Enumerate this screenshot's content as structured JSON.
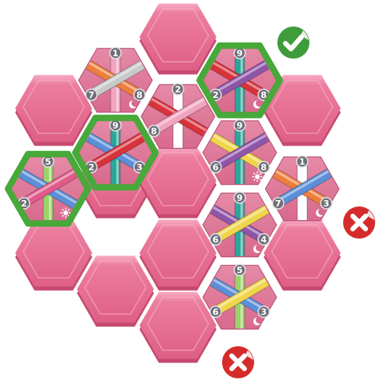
{
  "game": {
    "colors": {
      "hex_fill": "#e3668a",
      "hex_top": "#f39bb5",
      "hex_shadow": "#c64a70",
      "selection_outline": "#47a93a",
      "check_badge": "#3f9c3a",
      "cross_badge": "#d52b2b"
    },
    "tiles": [
      {
        "id": "tile-top-1",
        "numbers": [
          "1",
          "7",
          "8"
        ],
        "symbols": [
          "moon"
        ],
        "tubes": [
          "#f1a4c0",
          "#ee7e3d",
          "#c9c9c9"
        ]
      },
      {
        "id": "tile-top-2",
        "numbers": [
          "9",
          "2",
          "8"
        ],
        "symbols": [
          "moon"
        ],
        "tubes": [
          "#2aa79a",
          "#d8323a",
          "#8f55a8"
        ]
      },
      {
        "id": "tile-mid-a",
        "numbers": [
          "2",
          "8"
        ],
        "symbols": [],
        "tubes": [
          "#ffffff",
          "#d8323a",
          "#f1a4c0"
        ]
      },
      {
        "id": "tile-mid-b",
        "numbers": [
          "9",
          "2",
          "3"
        ],
        "symbols": [],
        "tubes": [
          "#2aa79a",
          "#5b8fd8",
          "#d8323a"
        ]
      },
      {
        "id": "tile-left",
        "numbers": [
          "5",
          "2"
        ],
        "symbols": [
          "sun"
        ],
        "tubes": [
          "#9bd36a",
          "#5b8fd8",
          "#e05a8a"
        ]
      },
      {
        "id": "tile-center",
        "numbers": [
          "9",
          "6",
          "8"
        ],
        "symbols": [
          "sun"
        ],
        "tubes": [
          "#2aa79a",
          "#f0d64a",
          "#8f55a8"
        ]
      },
      {
        "id": "tile-right",
        "numbers": [
          "1",
          "7",
          "3"
        ],
        "symbols": [
          "moon"
        ],
        "tubes": [
          "#ffffff",
          "#ee7e3d",
          "#5b8fd8"
        ]
      },
      {
        "id": "tile-lower",
        "numbers": [
          "9",
          "6",
          "4"
        ],
        "symbols": [
          "moon"
        ],
        "tubes": [
          "#2aa79a",
          "#8f55a8",
          "#f0d64a"
        ]
      },
      {
        "id": "tile-bottom",
        "numbers": [
          "5",
          "6",
          "3"
        ],
        "symbols": [
          "moon"
        ],
        "tubes": [
          "#9bd36a",
          "#5b8fd8",
          "#f0d64a"
        ]
      }
    ],
    "badges": [
      {
        "id": "check-badge",
        "type": "check"
      },
      {
        "id": "cross-badge-right",
        "type": "cross"
      },
      {
        "id": "cross-badge-bottom",
        "type": "cross"
      }
    ]
  }
}
